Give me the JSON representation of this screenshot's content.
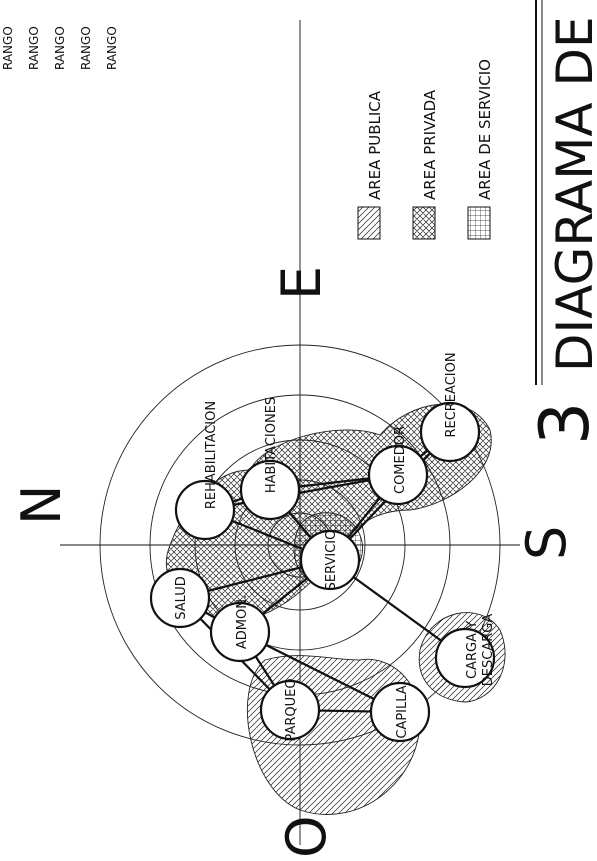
{
  "diagram": {
    "title_number": "3",
    "title_text": "DIAGRAMA DE RE",
    "compass": {
      "north": "N",
      "east": "E",
      "south": "S",
      "west": "O"
    },
    "legend": [
      {
        "label": "AREA PUBLICA",
        "pattern": "diagonal"
      },
      {
        "label": "AREA PRIVADA",
        "pattern": "crosshatch"
      },
      {
        "label": "AREA DE SERVICIO",
        "pattern": "grid"
      }
    ],
    "rango_labels": [
      "RANGO",
      "RANGO",
      "RANGO",
      "RANGO",
      "RANGO"
    ],
    "nodes": [
      {
        "id": "salud",
        "label": "SALUD"
      },
      {
        "id": "rehab",
        "label": "REHABILITACION"
      },
      {
        "id": "habit",
        "label": "HABITACIONES"
      },
      {
        "id": "comedor",
        "label": "COMEDOR"
      },
      {
        "id": "recre",
        "label": "RECREACION"
      },
      {
        "id": "servicio",
        "label": "SERVICIO"
      },
      {
        "id": "admon",
        "label": "ADMON."
      },
      {
        "id": "parqueo",
        "label": "PARQUEO"
      },
      {
        "id": "capilla",
        "label": "CAPILLA"
      },
      {
        "id": "carga",
        "label": "CARGA Y",
        "label2": "DESCARGA"
      }
    ]
  }
}
